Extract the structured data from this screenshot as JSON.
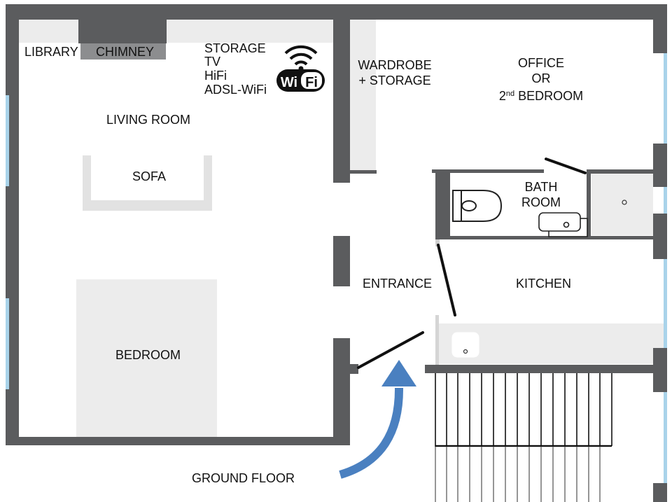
{
  "colors": {
    "wall": "#5b5c5e",
    "window": "#a9d3ea",
    "furniture": "#ececec",
    "furniture_edge": "#dcdcdc",
    "arrow": "#4a80c0",
    "ink": "#111111"
  },
  "icons": [
    "wifi-icon",
    "toilet-icon",
    "bathtub-icon",
    "sink-icon",
    "entry-arrow-icon"
  ],
  "rooms": {
    "library": "LIBRARY",
    "chimney": "CHIMNEY",
    "storage_block": [
      "STORAGE",
      "TV",
      "HiFi",
      "ADSL-WiFi"
    ],
    "living_room": "LIVING ROOM",
    "sofa": "SOFA",
    "bedroom": "BEDROOM",
    "wardrobe": [
      "WARDROBE",
      "+ STORAGE"
    ],
    "office": {
      "line1": "OFFICE",
      "line2": "OR",
      "line3_number": "2",
      "line3_sup": "nd",
      "line3_text": " BEDROOM"
    },
    "bathroom": [
      "BATH",
      "ROOM"
    ],
    "entrance": "ENTRANCE",
    "kitchen": "KITCHEN",
    "ground_floor": "GROUND FLOOR"
  },
  "wifi_badge": {
    "wi": "Wi",
    "fi": "Fi"
  }
}
